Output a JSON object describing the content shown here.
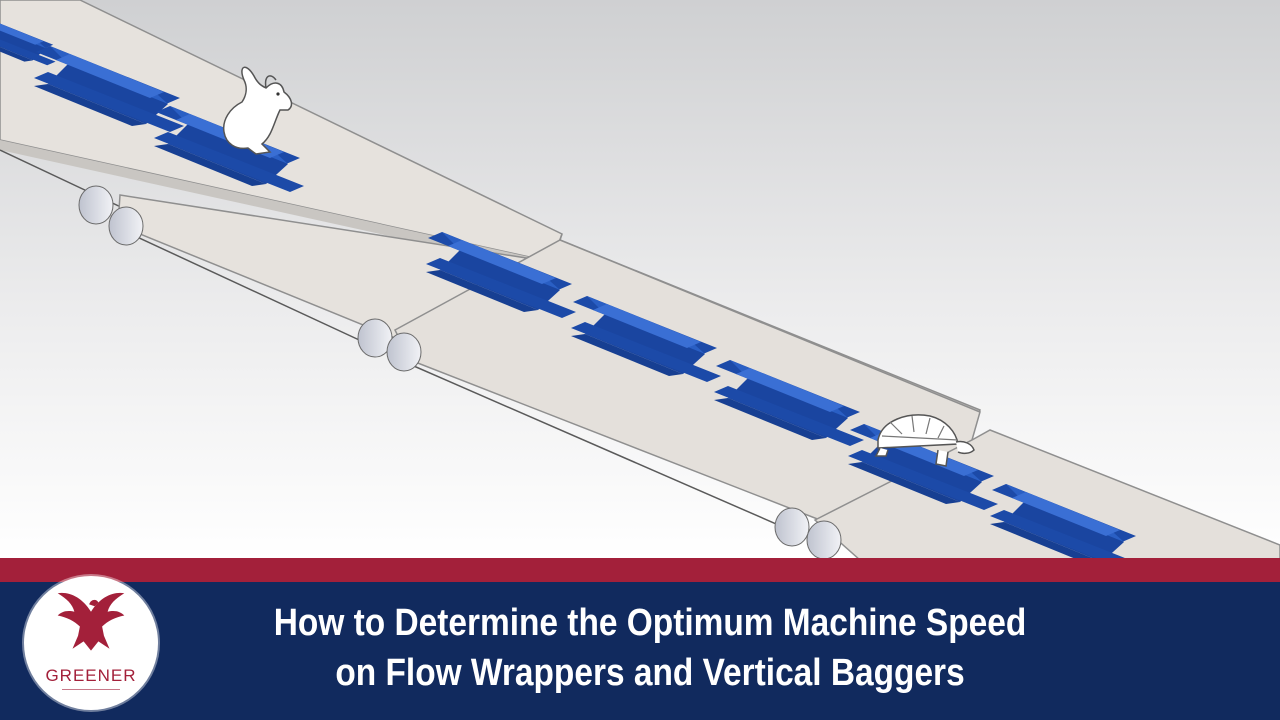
{
  "title": {
    "line1": "How to Determine the Optimum Machine Speed",
    "line2": "on Flow Wrappers and Vertical Baggers"
  },
  "logo": {
    "text": "GREENER",
    "icon": "eagle-icon"
  },
  "scene": {
    "icons": [
      "rabbit-icon",
      "tortoise-icon"
    ]
  },
  "colors": {
    "accent_red": "#a3203a",
    "footer_navy": "#112a5e",
    "package_blue": "#1f4fb0",
    "belt_gray": "#e4e0db"
  }
}
